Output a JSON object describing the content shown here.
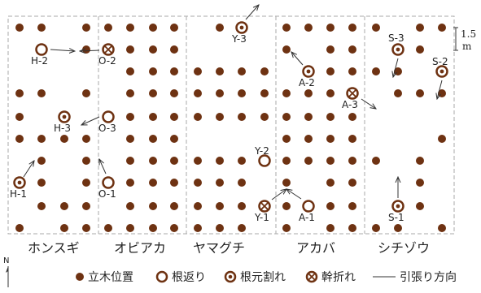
{
  "colors": {
    "tree": "#6e3212",
    "line": "#333333",
    "border": "#aaaaaa",
    "white": "#ffffff"
  },
  "scale_label": "1.5",
  "scale_unit": "m",
  "north_label": "N",
  "sections": [
    {
      "id": "honsugi",
      "label": "ホンスギ"
    },
    {
      "id": "obiaka",
      "label": "オビアカ"
    },
    {
      "id": "yamaguchi",
      "label": "ヤマグチ"
    },
    {
      "id": "akaba",
      "label": "アカバ"
    },
    {
      "id": "shichizou",
      "label": "シチゾウ"
    }
  ],
  "legend": {
    "standing": "立木位置",
    "uprooted": "根返り",
    "root_split": "根元割れ",
    "trunk_broken": "幹折れ",
    "pull_direction": "引張り方向"
  },
  "specimens": [
    {
      "id": "H-2",
      "type": "uprooted",
      "label": "H-2"
    },
    {
      "id": "H-3",
      "type": "root_split",
      "label": "H-3"
    },
    {
      "id": "H-1",
      "type": "root_split",
      "label": "H-1"
    },
    {
      "id": "O-2",
      "type": "trunk_broken",
      "label": "O-2"
    },
    {
      "id": "O-3",
      "type": "uprooted",
      "label": "O-3"
    },
    {
      "id": "O-1",
      "type": "uprooted",
      "label": "O-1"
    },
    {
      "id": "Y-3",
      "type": "root_split",
      "label": "Y-3"
    },
    {
      "id": "Y-2",
      "type": "uprooted",
      "label": "Y-2"
    },
    {
      "id": "Y-1",
      "type": "trunk_broken",
      "label": "Y-1"
    },
    {
      "id": "A-2",
      "type": "root_split",
      "label": "A-2"
    },
    {
      "id": "A-3",
      "type": "trunk_broken",
      "label": "A-3"
    },
    {
      "id": "A-1",
      "type": "uprooted",
      "label": "A-1"
    },
    {
      "id": "S-3",
      "type": "root_split",
      "label": "S-3"
    },
    {
      "id": "S-2",
      "type": "root_split",
      "label": "S-2"
    },
    {
      "id": "S-1",
      "type": "root_split",
      "label": "S-1"
    }
  ]
}
